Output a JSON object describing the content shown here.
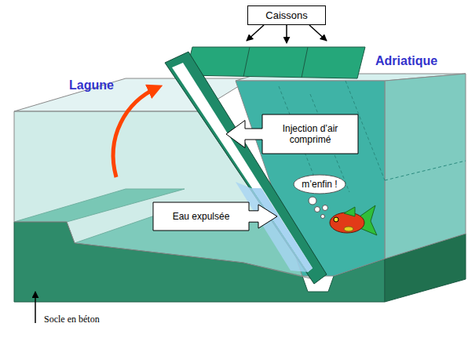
{
  "diagram": {
    "nodes": [
      {
        "text": [
          "Caissons"
        ]
      },
      {
        "text": [
          "Injection d’air comprimé"
        ]
      },
      {
        "text": [
          "m’enfin !"
        ]
      },
      {
        "text": [
          "Eau expulsée"
        ]
      }
    ],
    "labels": [
      "Lagune",
      "Adriatique",
      "Socle en béton"
    ]
  }
}
